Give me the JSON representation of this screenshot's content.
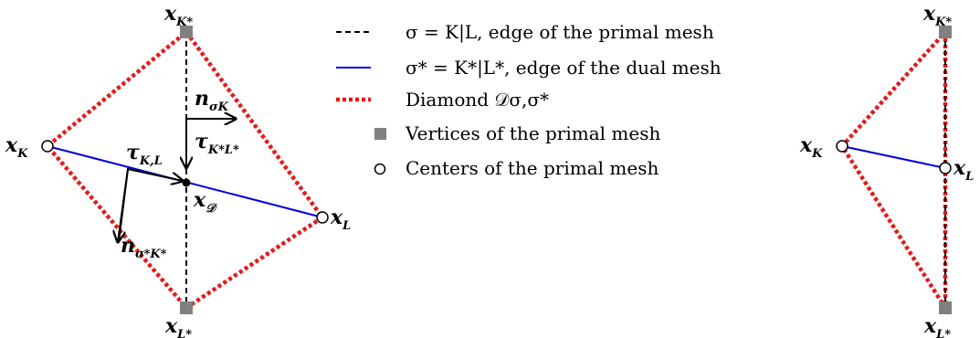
{
  "colors": {
    "primal_edge": "#000000",
    "dual_edge": "#0000dd",
    "diamond": "#e41a1a",
    "vertex": "#808080"
  },
  "labels": {
    "xK_star": "K*",
    "xL_star": "L*",
    "xK": "K",
    "xL": "L",
    "xD": "𝒟",
    "n_sigmaK": "σK",
    "tau_KstarLstar": "K*L*",
    "tau_KL": "K,L",
    "n_sigmastarKstar": "σ*K*",
    "x_base": "x",
    "n_base": "n",
    "tau_base": "τ"
  },
  "legend": {
    "items": [
      {
        "symbol": "dashed-black",
        "text": "σ = K|L, edge of the primal mesh"
      },
      {
        "symbol": "solid-blue",
        "text": "σ* = K*|L*, edge of the dual mesh"
      },
      {
        "symbol": "dotted-red",
        "text": "Diamond 𝒟σ,σ*"
      },
      {
        "symbol": "gray-square",
        "text": "Vertices of the primal mesh"
      },
      {
        "symbol": "open-circle",
        "text": "Centers of the primal mesh"
      }
    ]
  }
}
